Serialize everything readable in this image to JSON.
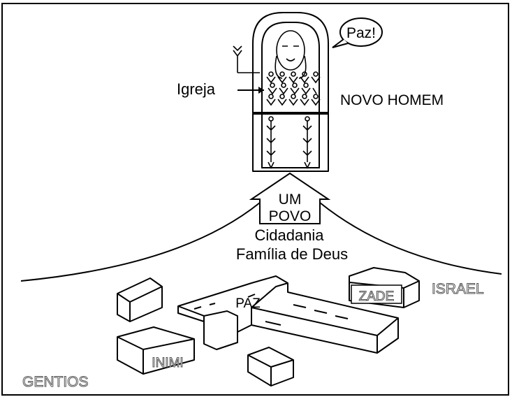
{
  "labels": {
    "speech": "Paz!",
    "church": "Igreja",
    "new_man": "NOVO HOMEM",
    "people_line1": "UM",
    "people_line2": "POVO",
    "citizenship": "Cidadania",
    "family": "Família de Deus",
    "israel": "ISRAEL",
    "gentiles": "GENTIOS",
    "cross_word": "PAZ",
    "wall_block_right": "ZADE",
    "wall_block_left": "INIMI"
  },
  "colors": {
    "ink": "#000000",
    "background": "#ffffff",
    "faded_label": "#555555"
  }
}
